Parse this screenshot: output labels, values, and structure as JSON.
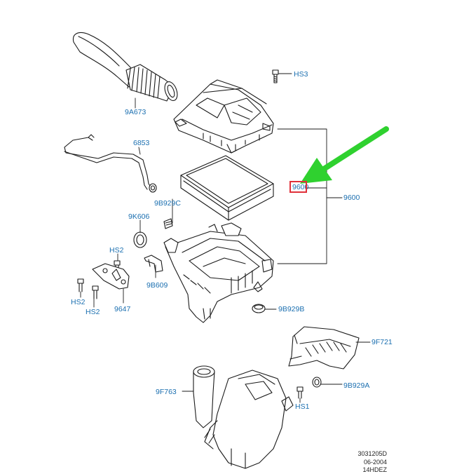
{
  "diagram": {
    "labels": {
      "hs3": "HS3",
      "p9a673": "9A673",
      "p6853": "6853",
      "p9600_top": "9600",
      "p9600_right": "9600",
      "p9b929c": "9B929C",
      "p9k606": "9K606",
      "hs2_top": "HS2",
      "p9b609": "9B609",
      "hs2_left": "HS2",
      "hs2_bottom": "HS2",
      "p9647": "9647",
      "p9b929b": "9B929B",
      "p9f721": "9F721",
      "p9f763": "9F763",
      "p9b929a": "9B929A",
      "hs1": "HS1"
    },
    "reference": {
      "code": "3031205D",
      "date": "06-2004",
      "series": "14HDEZ"
    }
  },
  "colors": {
    "label_blue": "#1b6fb0",
    "arrow_green": "#2fd12f",
    "highlight_red": "#e0303a",
    "line_black": "#1a1a1a"
  }
}
